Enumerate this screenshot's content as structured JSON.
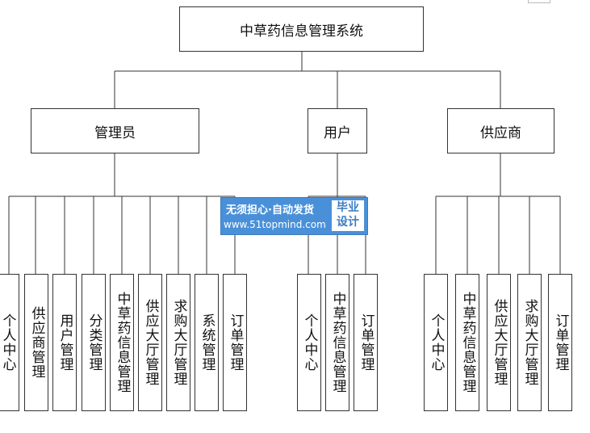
{
  "root": {
    "label": "中草药信息管理系统"
  },
  "roles": [
    {
      "label": "管理员",
      "children": [
        "个人中心",
        "供应商管理",
        "用户管理",
        "分类管理",
        "中草药信息管理",
        "供应大厅管理",
        "求购大厅管理",
        "系统管理",
        "订单管理"
      ]
    },
    {
      "label": "用户",
      "children": [
        "个人中心",
        "中草药信息管理",
        "订单管理"
      ]
    },
    {
      "label": "供应商",
      "children": [
        "个人中心",
        "中草药信息管理",
        "供应大厅管理",
        "求购大厅管理",
        "订单管理"
      ]
    }
  ],
  "watermark": {
    "line1": "无须担心·自动发货",
    "line2": "www.51topmind.com",
    "badge_line1": "毕业",
    "badge_line2": "设计"
  }
}
